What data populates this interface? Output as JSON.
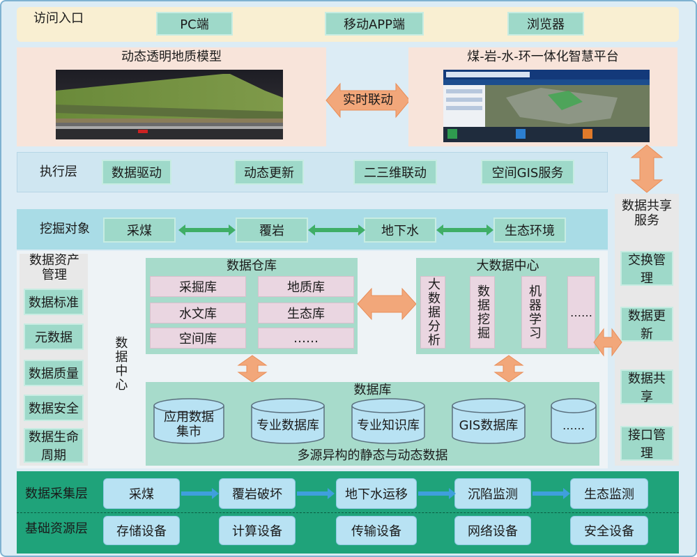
{
  "access": {
    "label": "访问入口",
    "items": [
      "PC端",
      "移动APP端",
      "浏览器"
    ]
  },
  "top_left": {
    "title": "动态透明地质模型"
  },
  "top_mid": {
    "label": "实时联动"
  },
  "top_right": {
    "title": "煤-岩-水-环一体化智慧平台"
  },
  "exec": {
    "label": "执行层",
    "items": [
      "数据驱动",
      "动态更新",
      "二三维联动",
      "空间GIS服务"
    ]
  },
  "excavate": {
    "label": "挖掘对象",
    "items": [
      "采煤",
      "覆岩",
      "地下水",
      "生态环境"
    ]
  },
  "share": {
    "title": "数据共享服务",
    "items": [
      "交换管理",
      "数据更新",
      "数据共享",
      "接口管理"
    ]
  },
  "asset": {
    "title": "数据资产管理",
    "items": [
      "数据标准",
      "元数据",
      "数据质量",
      "数据安全",
      "数据生命周期"
    ]
  },
  "center": {
    "label": "数据中心"
  },
  "warehouse": {
    "title": "数据仓库",
    "items": [
      "采掘库",
      "地质库",
      "水文库",
      "生态库",
      "空间库",
      "……"
    ]
  },
  "bigdata": {
    "title": "大数据中心",
    "items": [
      "大数据分析",
      "数据挖掘",
      "机器学习",
      "……"
    ]
  },
  "db": {
    "title": "数据库",
    "items": [
      "应用数据集市",
      "专业数据库",
      "专业知识库",
      "GIS数据库",
      "……"
    ],
    "footer": "多源异构的静态与动态数据"
  },
  "collect": {
    "label": "数据采集层",
    "items": [
      "采煤",
      "覆岩破坏",
      "地下水运移",
      "沉陷监测",
      "生态监测"
    ]
  },
  "base": {
    "label": "基础资源层",
    "items": [
      "存储设备",
      "计算设备",
      "传输设备",
      "网络设备",
      "安全设备"
    ]
  },
  "colors": {
    "teal": "#9ed9c9",
    "pink": "#ead6e1",
    "peach": "#f8e4da",
    "yellow": "#f9efd2",
    "green_band": "#1fa37a",
    "arrow_orange": "#f2a77a",
    "arrow_green": "#3fae67",
    "arrow_blue": "#3f9fdd"
  }
}
